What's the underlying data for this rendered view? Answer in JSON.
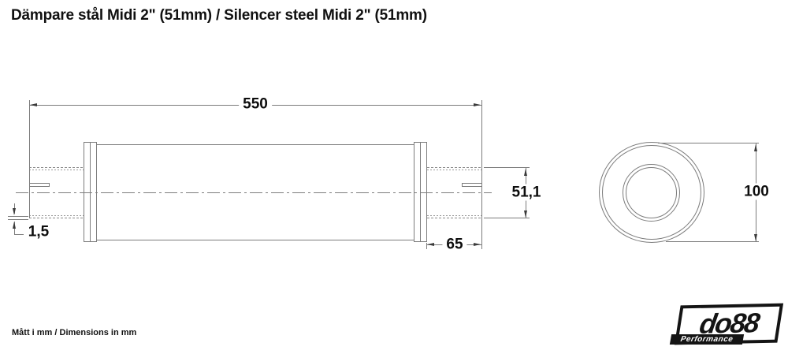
{
  "title": "Dämpare stål Midi 2\" (51mm) / Silencer steel Midi 2\" (51mm)",
  "footer_note": "Mått i mm / Dimensions in mm",
  "logo": {
    "brand": "do88",
    "tagline": "Performance"
  },
  "dimensions": {
    "overall_length": "550",
    "pipe_diameter": "51,1",
    "pipe_stickout": "65",
    "wall_thickness": "1,5",
    "body_diameter": "100"
  },
  "colors": {
    "line": "#7c7c7c",
    "text": "#0d0d0d",
    "background": "#ffffff"
  }
}
